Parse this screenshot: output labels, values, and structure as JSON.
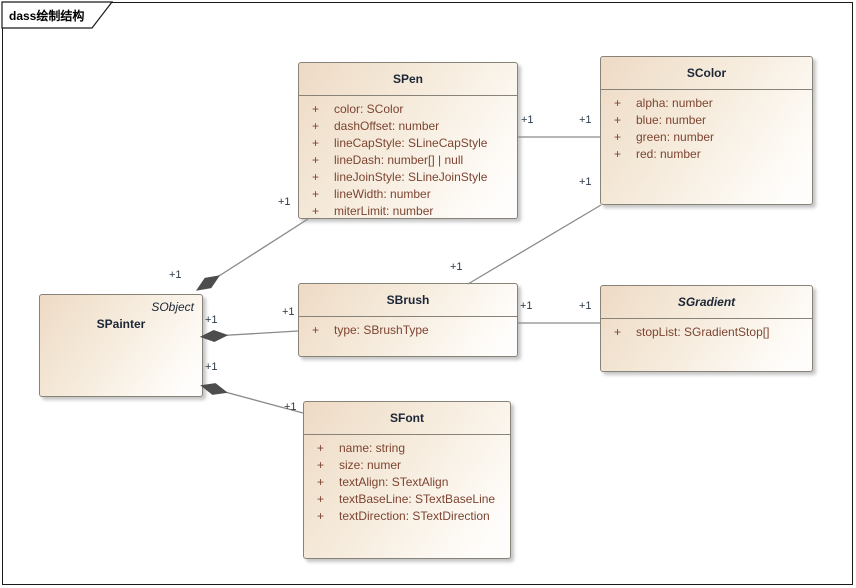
{
  "frame": {
    "label": "dass绘制结构"
  },
  "diagram": {
    "visibility_symbol": "+",
    "classes": [
      {
        "id": "spen",
        "name": "SPen",
        "italic": false,
        "attributes": [
          "color: SColor",
          "dashOffset: number",
          "lineCapStyle: SLineCapStyle",
          "lineDash: number[] | null",
          "lineJoinStyle: SLineJoinStyle",
          "lineWidth: number",
          "miterLimit: number"
        ]
      },
      {
        "id": "scolor",
        "name": "SColor",
        "italic": false,
        "attributes": [
          "alpha: number",
          "blue: number",
          "green: number",
          "red: number"
        ]
      },
      {
        "id": "spainter",
        "name": "SPainter",
        "italic": false,
        "parent": "SObject",
        "attributes": []
      },
      {
        "id": "sbrush",
        "name": "SBrush",
        "italic": false,
        "attributes": [
          "type: SBrushType"
        ]
      },
      {
        "id": "sgradient",
        "name": "SGradient",
        "italic": true,
        "attributes": [
          "stopList: SGradientStop[]"
        ]
      },
      {
        "id": "sfont",
        "name": "SFont",
        "italic": false,
        "attributes": [
          "name: string",
          "size: numer",
          "textAlign: STextAlign",
          "textBaseLine: STextBaseLine",
          "textDirection: STextDirection"
        ]
      }
    ],
    "relations": [
      {
        "id": "painter-pen",
        "type": "composition",
        "from": "SPainter",
        "to": "SPen",
        "from_label": "+1",
        "to_label": "+1"
      },
      {
        "id": "painter-brush",
        "type": "composition",
        "from": "SPainter",
        "to": "SBrush",
        "from_label": "+1",
        "to_label": "+1"
      },
      {
        "id": "painter-font",
        "type": "composition",
        "from": "SPainter",
        "to": "SFont",
        "from_label": "+1",
        "to_label": "+1"
      },
      {
        "id": "pen-color",
        "type": "association",
        "from": "SPen",
        "to": "SColor",
        "from_label": "+1",
        "to_label": "+1"
      },
      {
        "id": "brush-color",
        "type": "association",
        "from": "SBrush",
        "to": "SColor",
        "from_label": "+1",
        "to_label": "+1"
      },
      {
        "id": "brush-gradient",
        "type": "association",
        "from": "SBrush",
        "to": "SGradient",
        "from_label": "+1",
        "to_label": "+1"
      }
    ],
    "colors": {
      "box_fill_start": "#eedac5",
      "box_fill_end": "#fffdfb",
      "box_border": "#878378",
      "title_text": "#1c2636",
      "attribute_text": "#7d4431",
      "line": "#8a8a8a",
      "diamond": "#4d4d4d",
      "label_text": "#2b3848",
      "frame_border": "#1a1a1a"
    }
  }
}
